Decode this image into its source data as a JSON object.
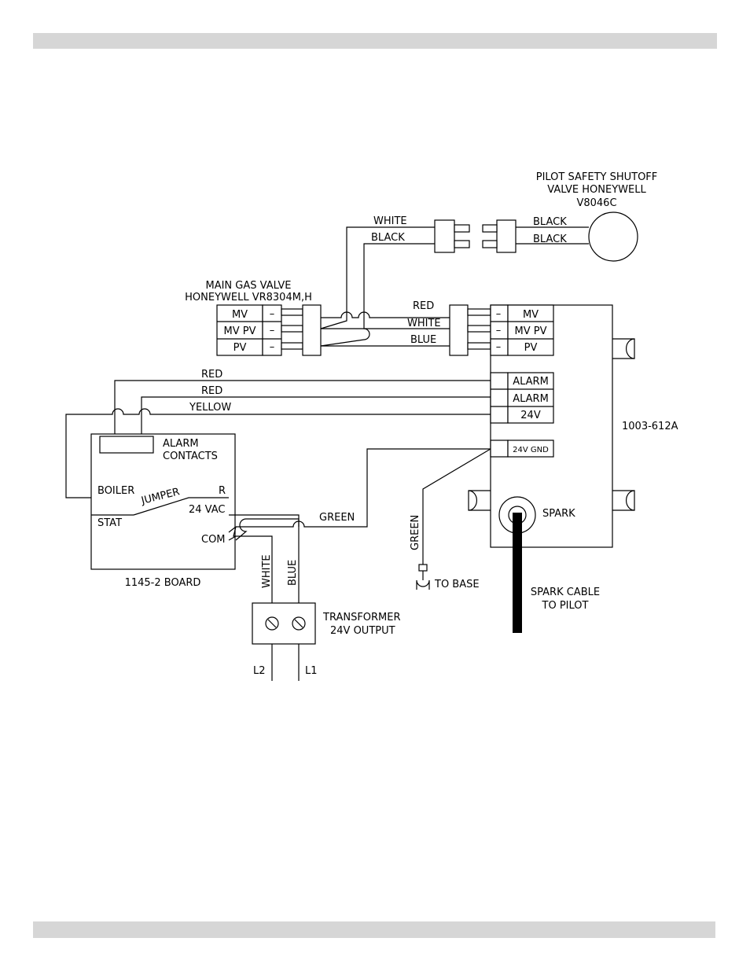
{
  "pilot_valve": {
    "line1": "PILOT SAFETY SHUTOFF",
    "line2": "VALVE HONEYWELL",
    "line3": "V8046C"
  },
  "main_gas_valve": {
    "line1": "MAIN GAS VALVE",
    "line2": "HONEYWELL VR8304M,H"
  },
  "gas_valve_terminals": [
    "MV",
    "MV PV",
    "PV"
  ],
  "dash": "–",
  "wires": {
    "white": "WHITE",
    "black": "BLACK",
    "red": "RED",
    "blue": "BLUE",
    "yellow": "YELLOW",
    "green": "GREEN"
  },
  "module": {
    "terminals": [
      "MV",
      "MV PV",
      "PV",
      "ALARM",
      "ALARM",
      "24V",
      "24V GND"
    ],
    "part_number": "1003-612A",
    "spark": "SPARK"
  },
  "board": {
    "alarm_contacts_1": "ALARM",
    "alarm_contacts_2": "CONTACTS",
    "boiler": "BOILER",
    "r": "R",
    "jumper": "JUMPER",
    "vac": "24 VAC",
    "stat": "STAT",
    "com": "COM",
    "name": "1145-2 BOARD"
  },
  "transformer": {
    "line1": "TRANSFORMER",
    "line2": "24V OUTPUT",
    "l2": "L2",
    "l1": "L1"
  },
  "ground": {
    "to_base": "TO BASE"
  },
  "spark_cable": {
    "line1": "SPARK CABLE",
    "line2": "TO PILOT"
  }
}
